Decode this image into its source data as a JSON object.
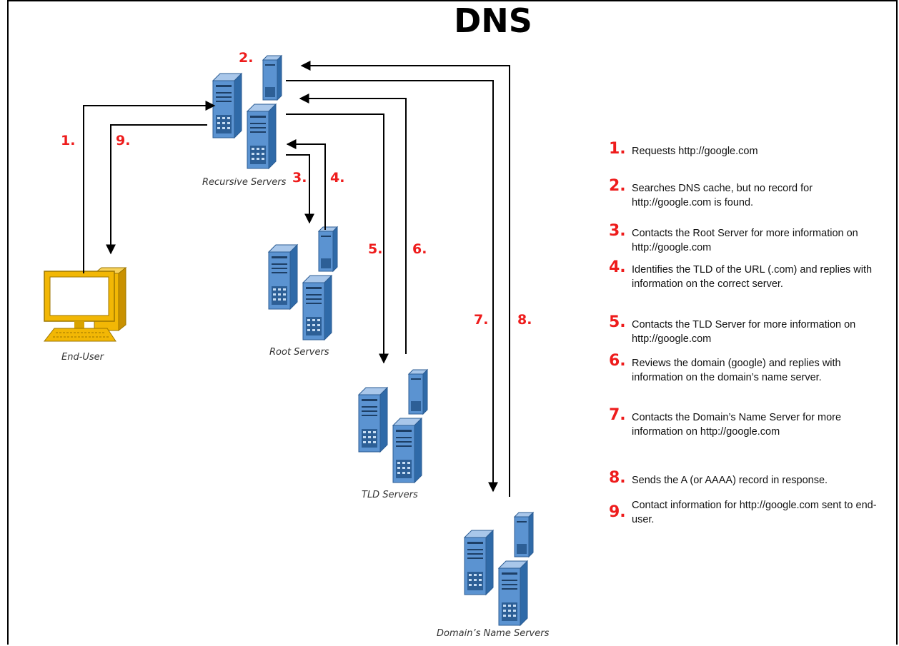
{
  "title": "DNS",
  "labels": {
    "recursive": "Recursive Servers",
    "root": "Root Servers",
    "tld": "TLD Servers",
    "domain": "Domain’s Name Servers",
    "end_user": "End-User"
  },
  "arrow_numbers": {
    "n1": "1.",
    "n2": "2.",
    "n3": "3.",
    "n4": "4.",
    "n5": "5.",
    "n6": "6.",
    "n7": "7.",
    "n8": "8.",
    "n9": "9."
  },
  "steps": [
    {
      "num": "1.",
      "text": "Requests http://google.com"
    },
    {
      "num": "2.",
      "text": "Searches DNS cache, but no record for http://google.com is found."
    },
    {
      "num": "3.",
      "text": "Contacts the Root Server for more information on http://google.com"
    },
    {
      "num": "4.",
      "text": "Identifies the TLD of the URL (.com) and replies with information on the correct server."
    },
    {
      "num": "5.",
      "text": "Contacts the TLD Server for more information on http://google.com"
    },
    {
      "num": "6.",
      "text": "Reviews the domain (google) and replies with information on the domain’s name server."
    },
    {
      "num": "7.",
      "text": "Contacts the Domain’s Name Server for more information on http://google.com"
    },
    {
      "num": "8.",
      "text": "Sends the A (or AAAA) record in response."
    },
    {
      "num": "9.",
      "text": "Contact information for http://google.com sent to end-user."
    }
  ],
  "colors": {
    "accent_red": "#ee1c1c",
    "server_blue": "#4f86c6",
    "computer_yellow": "#f2b705"
  }
}
